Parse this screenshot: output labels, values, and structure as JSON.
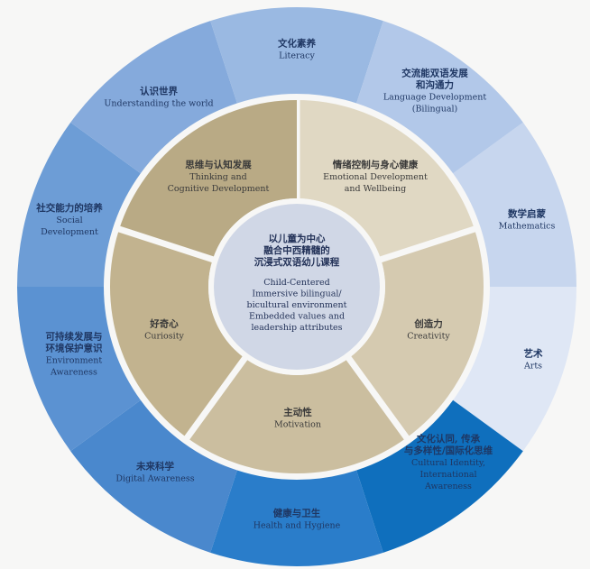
{
  "outer_ring": [
    {
      "cn": [
        "数学启蒙"
      ],
      "en": [
        "Mathematics"
      ],
      "color": "#c7d6ee"
    },
    {
      "cn": [
        "艺术"
      ],
      "en": [
        "Arts"
      ],
      "color": "#dfe7f5"
    },
    {
      "cn": [
        "文化认同, 传承",
        "与多样性/国际化思维"
      ],
      "en": [
        "Cultural Identity,",
        "International",
        "Awareness"
      ],
      "color": "#0f6fbd"
    },
    {
      "cn": [
        "健康与卫生"
      ],
      "en": [
        "Health and Hygiene"
      ],
      "color": "#2a7dca"
    },
    {
      "cn": [
        "未来科学"
      ],
      "en": [
        "Digital Awareness"
      ],
      "color": "#4a88cd"
    },
    {
      "cn": [
        "可持续发展与",
        "环境保护意识"
      ],
      "en": [
        "Environment",
        "Awareness"
      ],
      "color": "#5b92d2"
    },
    {
      "cn": [
        "社交能力的培养"
      ],
      "en": [
        "Social",
        "Development"
      ],
      "color": "#6d9dd6"
    },
    {
      "cn": [
        "认识世界"
      ],
      "en": [
        "Understanding the world"
      ],
      "color": "#85aadc"
    },
    {
      "cn": [
        "文化素养"
      ],
      "en": [
        "Literacy"
      ],
      "color": "#9ab9e2"
    },
    {
      "cn": [
        "交流能双语发展",
        "和沟通力"
      ],
      "en": [
        "Language Development",
        "(Bilingual)"
      ],
      "color": "#b2c8e9"
    }
  ],
  "inner_ring": [
    {
      "cn": [
        "情绪控制与身心健康"
      ],
      "en": [
        "Emotional Development",
        "and Wellbeing"
      ],
      "color": "#e0d8c3"
    },
    {
      "cn": [
        "创造力"
      ],
      "en": [
        "Creativity"
      ],
      "color": "#d5cab0"
    },
    {
      "cn": [
        "主动性"
      ],
      "en": [
        "Motivation"
      ],
      "color": "#cbbe9f"
    },
    {
      "cn": [
        "好奇心"
      ],
      "en": [
        "Curiosity"
      ],
      "color": "#c2b38f"
    },
    {
      "cn": [
        "思维与认知发展"
      ],
      "en": [
        "Thinking and",
        "Cognitive Development"
      ],
      "color": "#b9aa85"
    }
  ],
  "center": {
    "cn": [
      "以儿童为中心",
      "融合中西精髓的",
      "沉浸式双语幼儿课程"
    ],
    "en": [
      "Child-Centered",
      "Immersive bilingual/",
      "bicultural environment",
      "Embedded values and",
      "leadership attributes"
    ],
    "color": "#d0d7e6"
  },
  "colors": {
    "gap": "#f7f7f6",
    "text_dark_blue": "#1f3763"
  }
}
